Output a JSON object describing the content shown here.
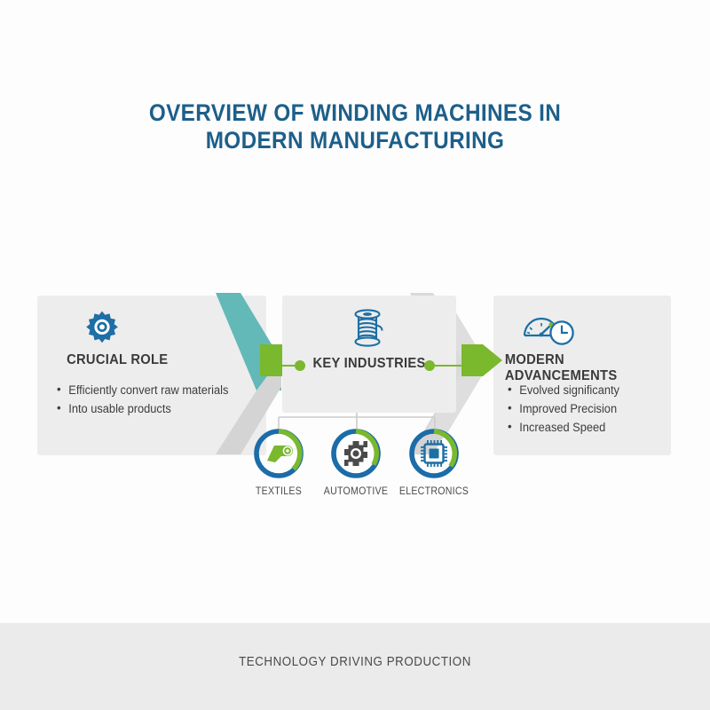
{
  "title": {
    "line1": "OVERVIEW OF WINDING MACHINES IN",
    "line2": "MODERN MANUFACTURING"
  },
  "colors": {
    "title_blue": "#1d5f8a",
    "icon_blue": "#1d6fa5",
    "accent_green": "#7ab82d",
    "teal": "#63b8b8",
    "chevron_gray": "#d4d4d4",
    "panel_gray": "#ededed",
    "footer_gray": "#ebebeb",
    "text_dark": "#3a3a3a",
    "ring_blue": "#1b6ca8"
  },
  "panels": [
    {
      "id": "crucial-role",
      "icon": "gear-icon",
      "heading": "CRUCIAL ROLE",
      "bullets": [
        "Efficiently convert raw materials",
        "Into usable products"
      ]
    },
    {
      "id": "key-industries",
      "icon": "thread-spool-icon",
      "heading": "KEY INDUSTRIES",
      "bullets": []
    },
    {
      "id": "modern-advancements",
      "icon": "speedometer-clock-icon",
      "heading": "MODERN ADVANCEMENTS",
      "bullets": [
        "Evolved significanty",
        "Improved Precision",
        "Increased Speed"
      ]
    }
  ],
  "industries": [
    {
      "id": "textiles",
      "label": "TEXTILES",
      "icon": "fabric-roll-icon"
    },
    {
      "id": "automotive",
      "label": "AUTOMOTIVE",
      "icon": "engine-part-icon"
    },
    {
      "id": "electronics",
      "label": "ELECTRONICS",
      "icon": "microchip-icon"
    }
  ],
  "footer": {
    "text": "TECHNOLOGY DRIVING PRODUCTION"
  }
}
